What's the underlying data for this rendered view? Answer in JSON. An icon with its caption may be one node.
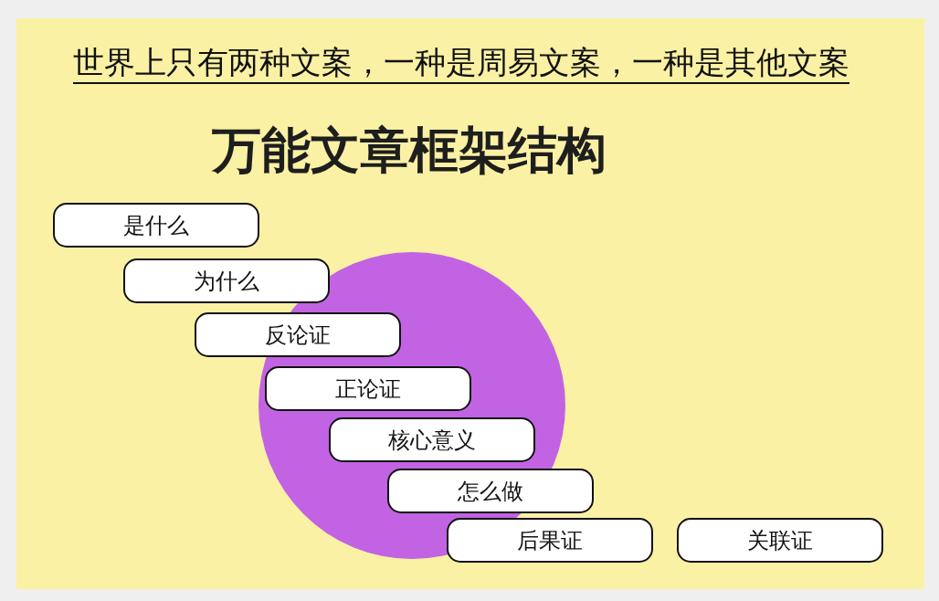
{
  "diagram": {
    "title": "万能文章框架结构",
    "nodes": [
      {
        "text": [
          "是什么"
        ]
      },
      {
        "text": [
          "为什么"
        ]
      },
      {
        "text": [
          "反论证"
        ]
      },
      {
        "text": [
          "正论证"
        ]
      },
      {
        "text": [
          "核心意义"
        ]
      },
      {
        "text": [
          "怎么做"
        ]
      },
      {
        "text": [
          "后果证"
        ]
      },
      {
        "text": [
          "关联证"
        ]
      }
    ],
    "edges": [],
    "labels": [
      "世界上只有两种文案，一种是周易文案，一种是其他文案"
    ]
  }
}
